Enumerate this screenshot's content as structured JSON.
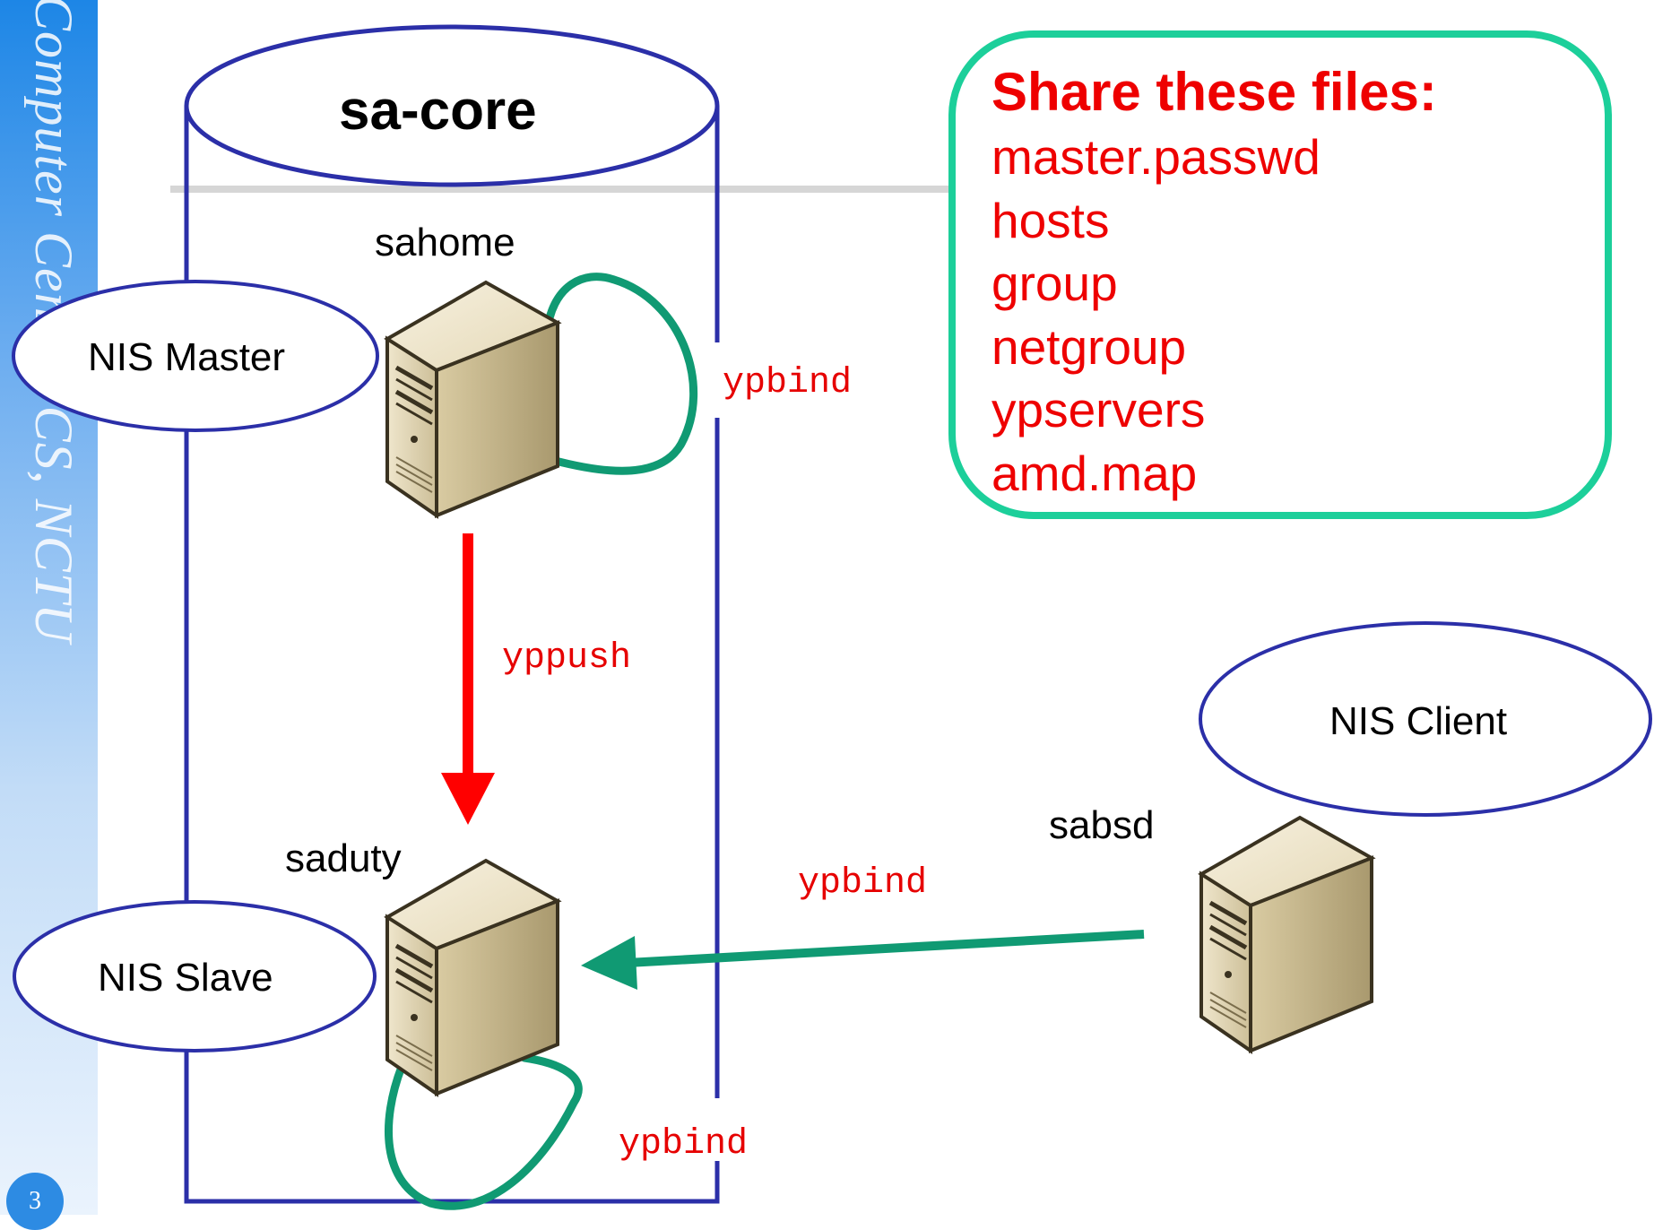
{
  "sidebar": {
    "text": "Computer Center, CS, NCTU",
    "page_number": "3"
  },
  "cluster": {
    "name": "sa-core"
  },
  "hosts": {
    "master": {
      "hostname": "sahome",
      "role": "NIS Master"
    },
    "slave": {
      "hostname": "saduty",
      "role": "NIS Slave"
    },
    "client": {
      "hostname": "sabsd",
      "role": "NIS Client"
    }
  },
  "edges": {
    "master_self": "ypbind",
    "master_to_slave": "yppush",
    "client_to_slave": "ypbind",
    "slave_self": "ypbind"
  },
  "share": {
    "title": "Share these files:",
    "files": [
      "master.passwd",
      "hosts",
      "group",
      "netgroup",
      "ypservers",
      "amd.map"
    ]
  },
  "colors": {
    "cylinder": "#2b2fa8",
    "loop": "#109a73",
    "push_arrow": "#ff0000",
    "share_border": "#1ccf9a",
    "share_text": "#ee0000",
    "label_mono": "#e60000"
  }
}
